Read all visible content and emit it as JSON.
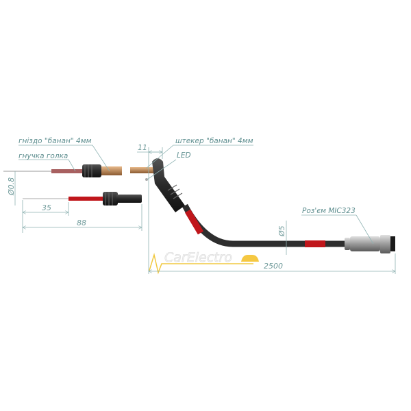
{
  "labels": {
    "socket": "гніздо \"банан\" 4мм",
    "needle": "гнучка голка",
    "plug": "штекер \"банан\" 4мм",
    "led": "LED",
    "connector": "Роз'єм МІС323"
  },
  "dimensions": {
    "needle_diameter": "Ø0.8",
    "needle_length": "35",
    "probe_length": "88",
    "plug_offset": "11",
    "cable_diameter": "Ø5",
    "cable_length": "2500"
  },
  "watermark": "CarElectro",
  "colors": {
    "cable": "#2e2e2e",
    "red": "#c0161b",
    "copper": "#c08a5a",
    "dimension": "#6f9a9a"
  }
}
